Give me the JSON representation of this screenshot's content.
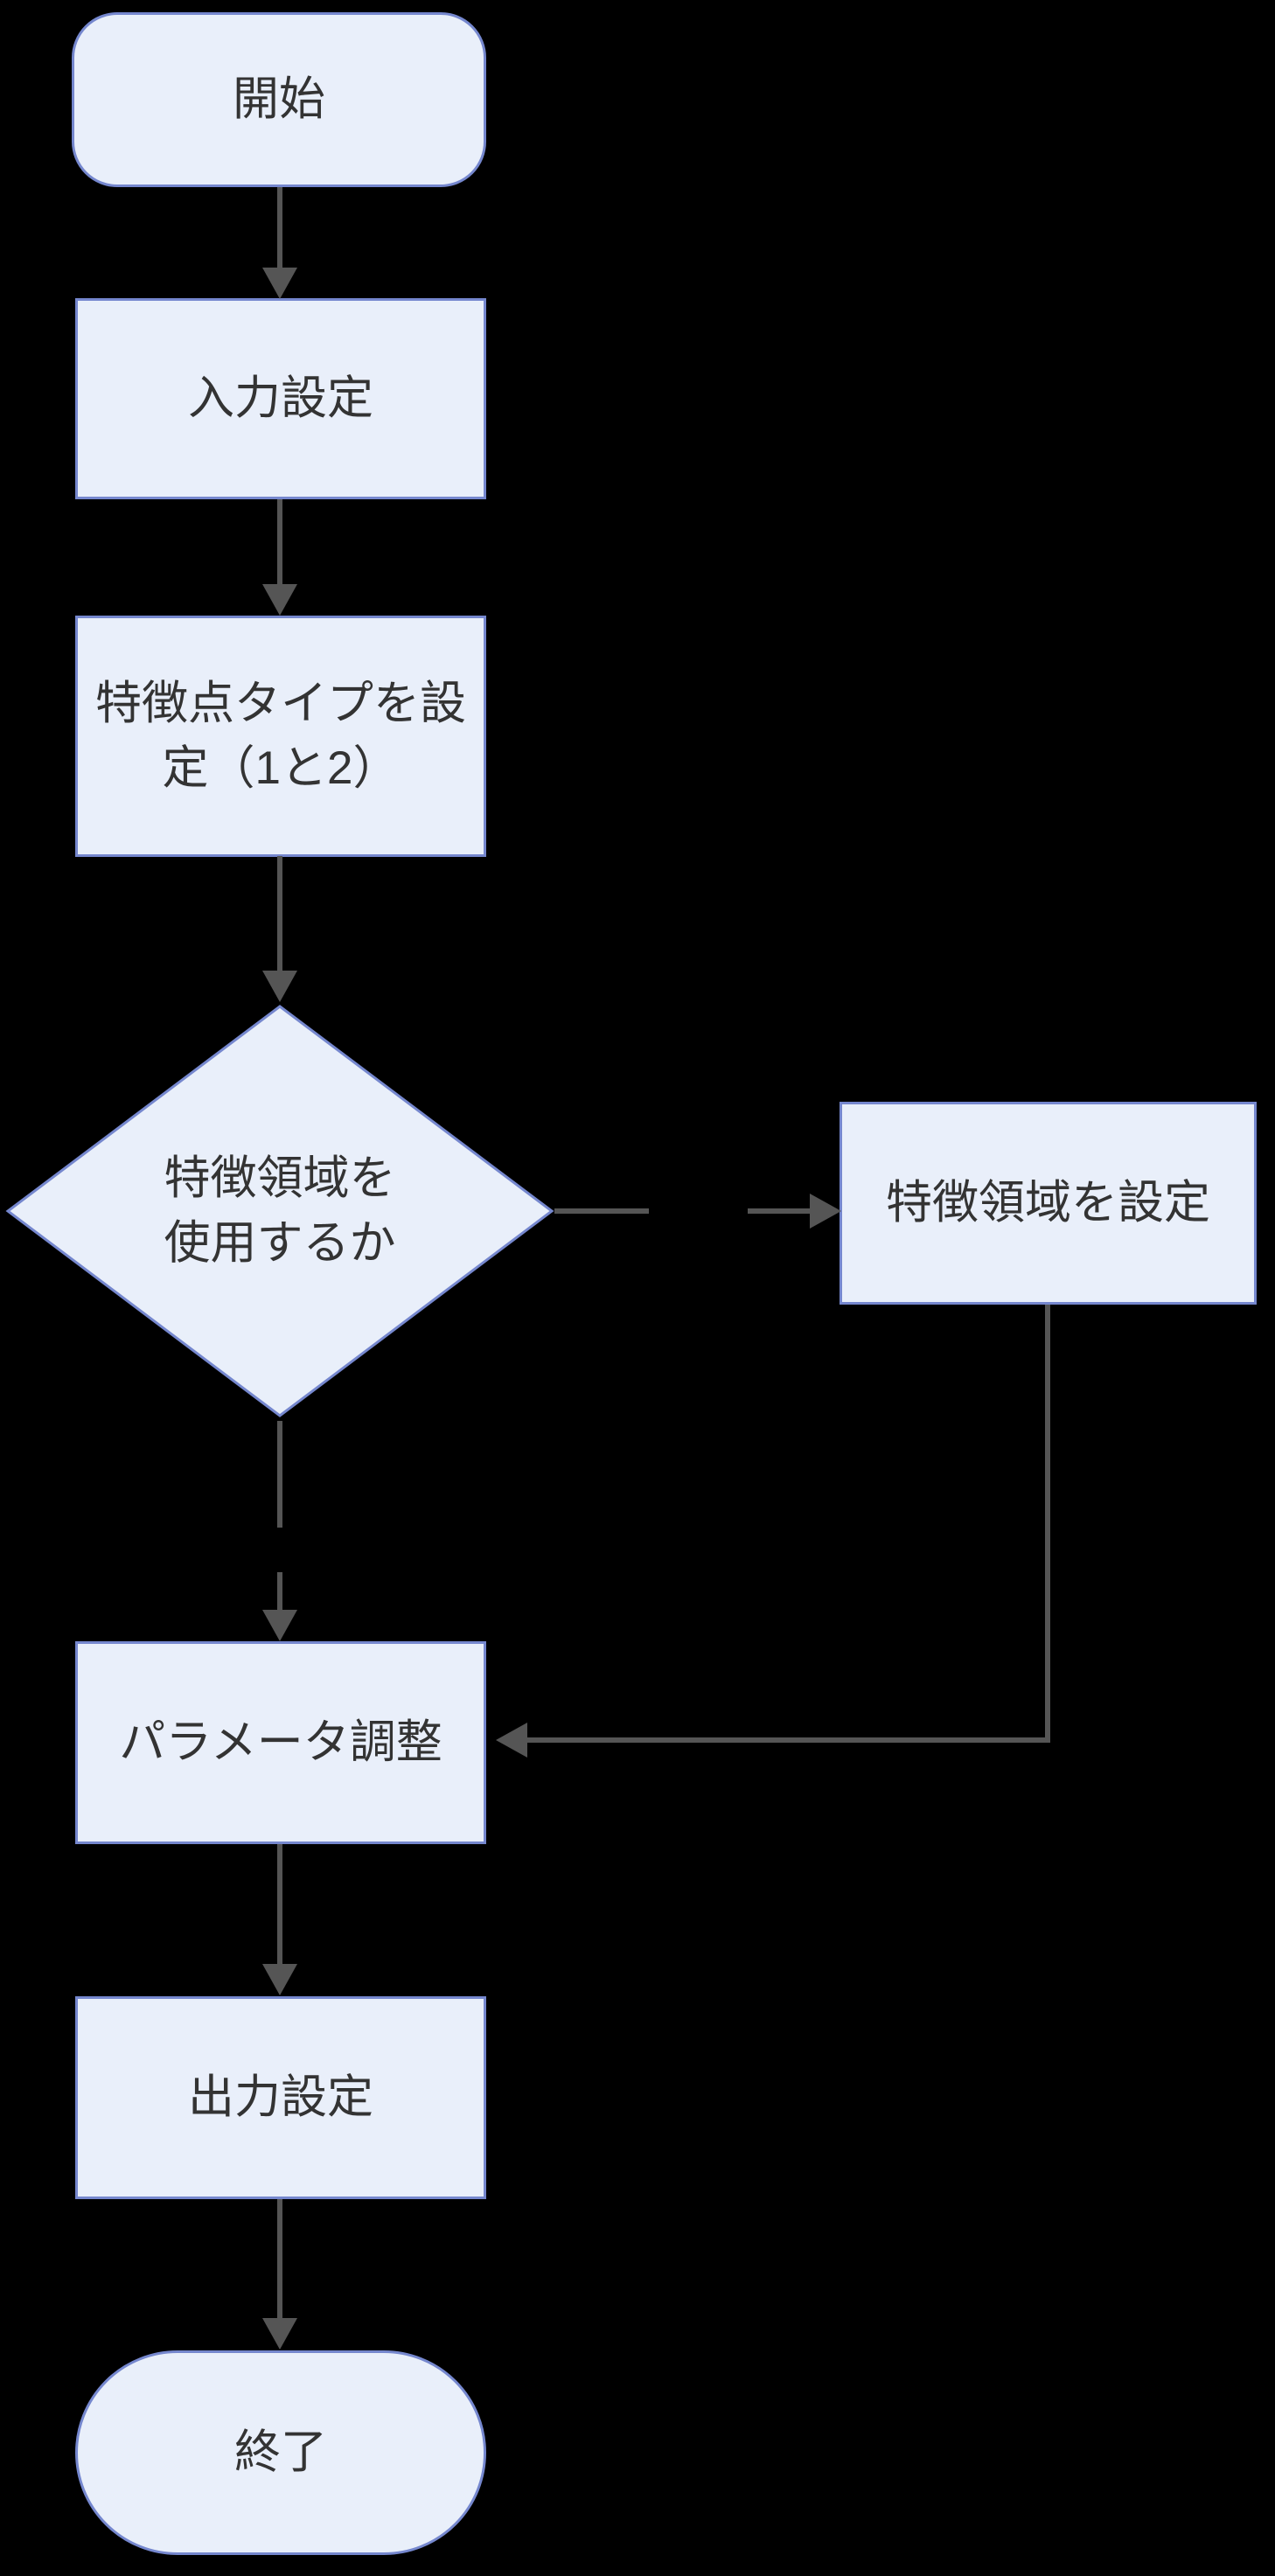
{
  "diagram": {
    "type": "flowchart",
    "orientation": "top-down",
    "colors": {
      "background": "#000000",
      "node_fill": "#E9EFFA",
      "node_border": "#7587CE",
      "arrow": "#555555",
      "text": "#333333"
    },
    "nodes": {
      "start": {
        "label": "開始",
        "shape": "rounded-rect"
      },
      "input_settings": {
        "label": "入力設定",
        "shape": "rect"
      },
      "feature_point_type": {
        "label": "特徴点タイプを設\n定（1と2）",
        "shape": "rect"
      },
      "use_feature_region": {
        "label": "特徴領域を\n使用するか",
        "shape": "diamond"
      },
      "set_feature_region": {
        "label": "特徴領域を設定",
        "shape": "rect"
      },
      "parameter_adjustment": {
        "label": "パラメータ調整",
        "shape": "rect"
      },
      "output_settings": {
        "label": "出力設定",
        "shape": "rect"
      },
      "end": {
        "label": "終了",
        "shape": "stadium"
      }
    },
    "edges": [
      {
        "from": "start",
        "to": "input_settings"
      },
      {
        "from": "input_settings",
        "to": "feature_point_type"
      },
      {
        "from": "feature_point_type",
        "to": "use_feature_region"
      },
      {
        "from": "use_feature_region",
        "to": "set_feature_region"
      },
      {
        "from": "use_feature_region",
        "to": "parameter_adjustment"
      },
      {
        "from": "set_feature_region",
        "to": "parameter_adjustment"
      },
      {
        "from": "parameter_adjustment",
        "to": "output_settings"
      },
      {
        "from": "output_settings",
        "to": "end"
      }
    ]
  }
}
